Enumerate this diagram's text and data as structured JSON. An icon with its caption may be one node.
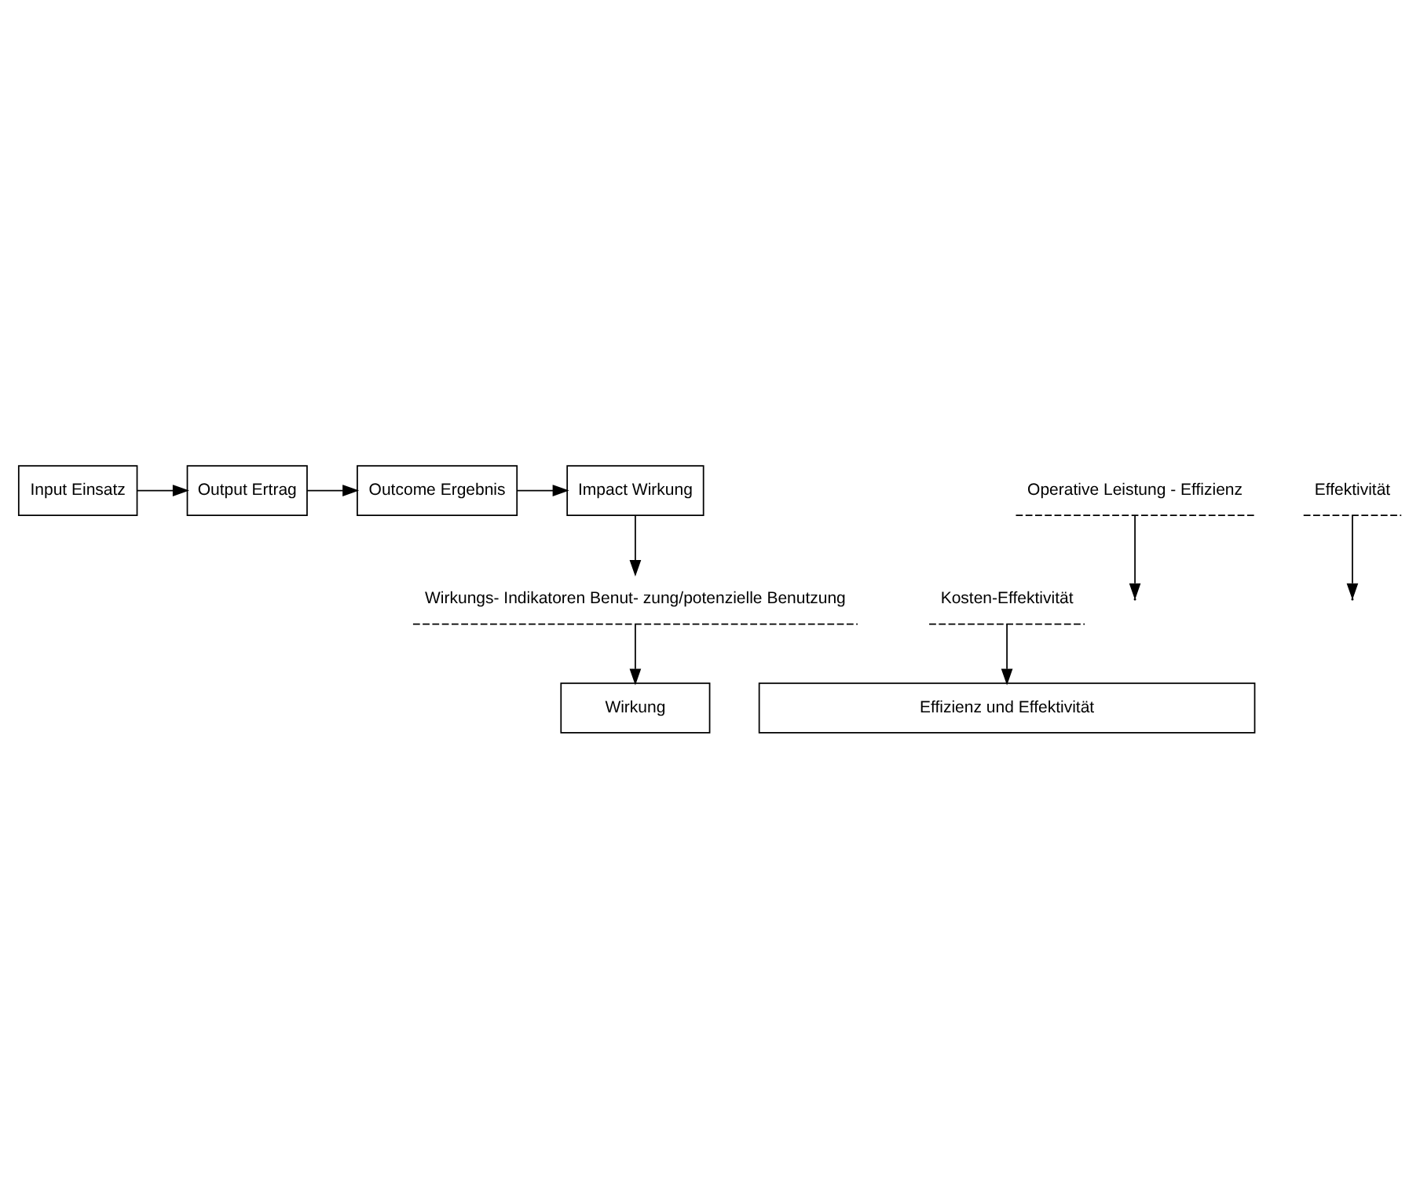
{
  "diagram": {
    "nodes": [
      {
        "text": [
          "Input Einsatz"
        ]
      },
      {
        "text": [
          "Output Ertrag"
        ]
      },
      {
        "text": [
          "Outcome Ergebnis"
        ]
      },
      {
        "text": [
          "Impact Wirkung"
        ]
      },
      {
        "text": [
          "Kosten-Effektivität"
        ]
      },
      {
        "text": [
          "Operative Leistung - Effizienz"
        ]
      },
      {
        "text": [
          "Effektivität"
        ]
      },
      {
        "text": [
          "Wirkungs- Indikatoren Benut- zung/potenzielle Benutzung"
        ]
      },
      {
        "text": [
          "Effizienz und Effektivität"
        ]
      },
      {
        "text": [
          "Wirkung"
        ]
      }
    ],
    "edges": [
      {
        "from": 0,
        "to": 1,
        "arrow": "to"
      },
      {
        "from": 1,
        "to": 2,
        "arrow": "to"
      },
      {
        "from": 2,
        "to": 3,
        "arrow": "to"
      },
      {
        "from": 4,
        "to": 8,
        "arrow": "to"
      },
      {
        "from": 5,
        "to": null,
        "arrow": "to"
      },
      {
        "from": 6,
        "to": null,
        "arrow": "to"
      },
      {
        "from": 3,
        "to": 7,
        "arrow": "to"
      },
      {
        "from": 7,
        "to": 9,
        "arrow": "to"
      }
    ]
  }
}
